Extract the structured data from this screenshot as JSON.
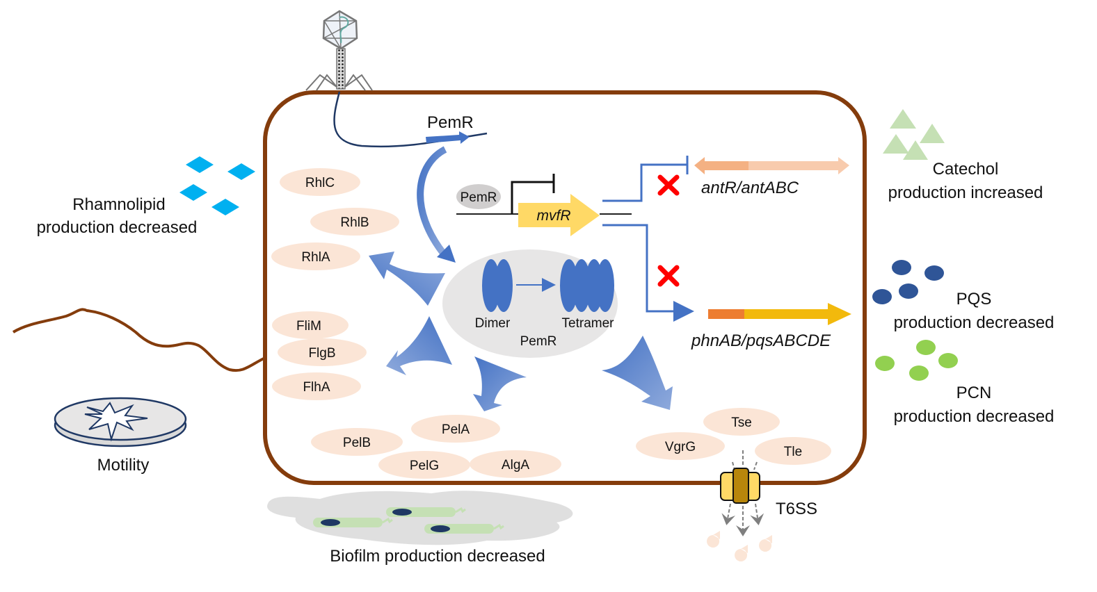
{
  "title": "PemR regulatory mechanism diagram",
  "colors": {
    "membrane": "#843c0c",
    "protein_fill": "#fbe5d6",
    "arrow_blue": "#4472c4",
    "gene_yellow": "#ffd966",
    "inhibit_red": "#ff0000",
    "rhamnolipid": "#00b0f0",
    "catechol": "#c5e0b4",
    "pqs": "#2f5597",
    "pcn": "#92d050",
    "pemr_complex_bg": "#e7e6e6"
  },
  "phage": {
    "label": ""
  },
  "pemr_gene_label": "PemR",
  "promoter": {
    "repressor_label": "PemR",
    "gene_label": "mvfR"
  },
  "complex": {
    "dimer_label": "Dimer",
    "tetramer_label": "Tetramer",
    "protein_label": "PemR"
  },
  "targets": {
    "ant_gene": "antR/antABC",
    "pqs_gene": "phnAB/pqsABCDE"
  },
  "proteins": {
    "rhamnolipid": [
      "RhlC",
      "RhlB",
      "RhlA"
    ],
    "flagella": [
      "FliM",
      "FlgB",
      "FlhA"
    ],
    "biofilm": [
      "PelB",
      "PelA",
      "PelG",
      "AlgA"
    ],
    "t6ss": [
      "VgrG",
      "Tse",
      "Tle"
    ]
  },
  "phenotypes": {
    "rhamnolipid": [
      "Rhamnolipid",
      "production decreased"
    ],
    "motility": "Motility",
    "biofilm": "Biofilm production decreased",
    "t6ss": "T6SS",
    "catechol": [
      "Catechol",
      "production increased"
    ],
    "pqs": [
      "PQS",
      "production decreased"
    ],
    "pcn": [
      "PCN",
      "production decreased"
    ]
  }
}
